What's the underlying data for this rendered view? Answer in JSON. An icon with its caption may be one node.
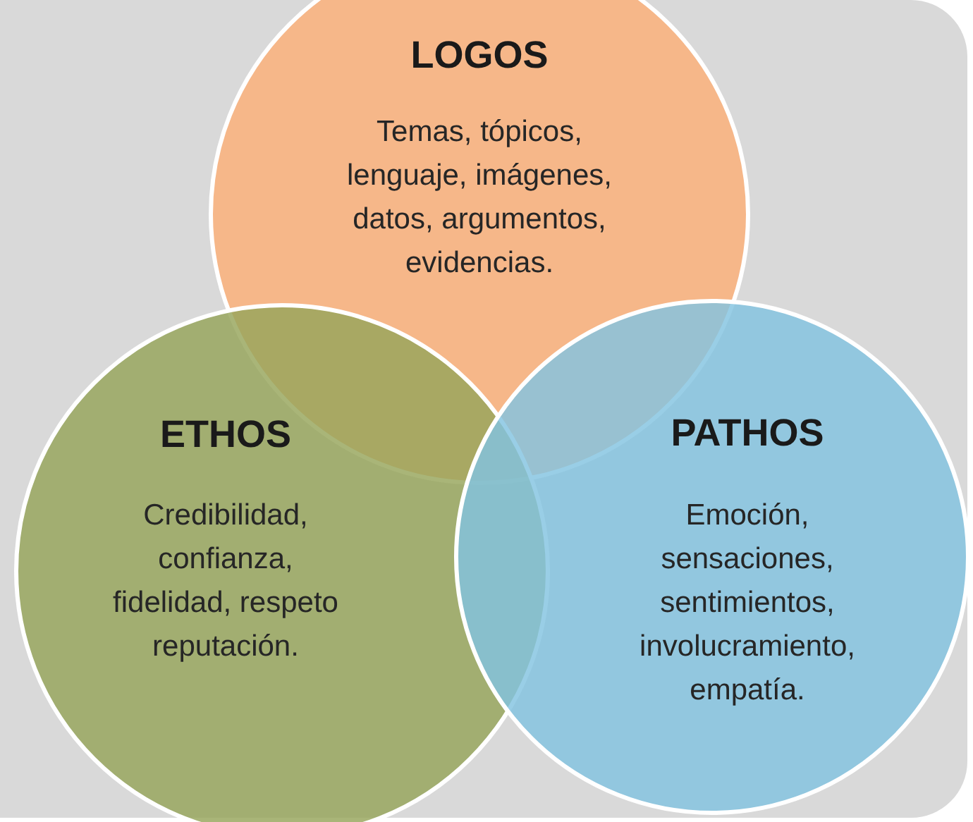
{
  "diagram": {
    "nodes": [
      {
        "text": [
          "LOGOS",
          "Temas, tópicos, lenguaje, imágenes, datos, argumentos, evidencias."
        ]
      },
      {
        "text": [
          "ETHOS",
          "Credibilidad, confianza, fidelidad, respeto reputación."
        ]
      },
      {
        "text": [
          "PATHOS",
          "Emoción, sensaciones, sentimientos, involucramiento, empatía."
        ]
      }
    ]
  }
}
